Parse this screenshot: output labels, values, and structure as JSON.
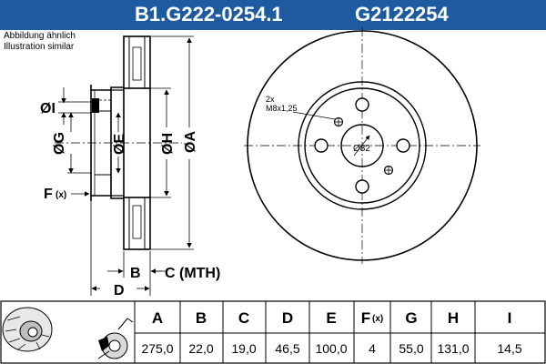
{
  "header": {
    "part_number": "B1.G222-0254.1",
    "galfer_code": "G2122254",
    "background_color": "#1e5aa0"
  },
  "note": {
    "line1": "Abbildung ähnlich",
    "line2": "Illustration similar"
  },
  "diagram": {
    "labels": {
      "I": "ØI",
      "G": "ØG",
      "E": "ØE",
      "H": "ØH",
      "A": "ØA",
      "F": "F",
      "F_sub": "(x)",
      "B": "B",
      "C": "C (MTH)",
      "D": "D"
    },
    "front_view": {
      "bolt_label_line1": "2x",
      "bolt_label_line2": "M8x1,25",
      "bore_label": "Ø82"
    }
  },
  "table": {
    "headers": [
      "A",
      "B",
      "C",
      "D",
      "E",
      "F",
      "G",
      "H",
      "I"
    ],
    "header_F_sub": "(x)",
    "values": [
      "275,0",
      "22,0",
      "19,0",
      "46,5",
      "100,0",
      "4",
      "55,0",
      "131,0",
      "14,5"
    ]
  }
}
